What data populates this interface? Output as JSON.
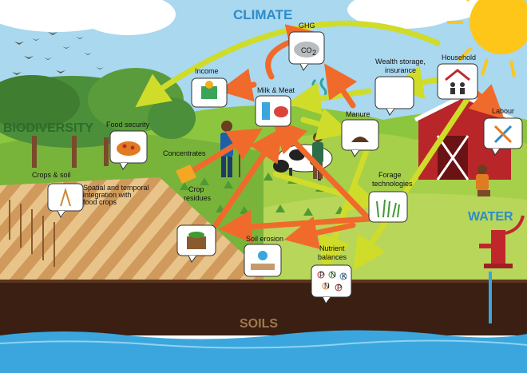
{
  "headings": {
    "climate": "CLIMATE",
    "biodiversity": "BIODIVERSITY",
    "water": "WATER",
    "soils": "SOILS"
  },
  "nodes": {
    "ghg": "GHG",
    "co2": "CO",
    "co2_sub": "2",
    "income": "Income",
    "milk_meat": "Milk & Meat",
    "wealth_line1": "Wealth storage,",
    "wealth_line2": "insurance",
    "household": "Household",
    "food_security": "Food security",
    "manure": "Manure",
    "labour": "Labour",
    "concentrates": "Concentrates",
    "crops_soil": "Crops & soil",
    "integration_line1": "Spatial and temporal",
    "integration_line2": "integration with",
    "integration_line3": "food crops",
    "forage_line1": "Forage",
    "forage_line2": "technologies",
    "crop_line1": "Crop",
    "crop_line2": "residues",
    "soil_erosion": "Soil erosion",
    "nutrient_line1": "Nutrient",
    "nutrient_line2": "balances",
    "nutrient_letters": [
      "P",
      "N",
      "K",
      "N",
      "P"
    ]
  },
  "colors": {
    "sky": "#a9d8ef",
    "title_blue": "#2e8bc9",
    "arrow_green": "#cfdc2a",
    "arrow_orange": "#f06a2c",
    "soil_dark": "#3a1f12",
    "soil_label": "#a0784c",
    "water": "#3ba6dd",
    "barn_red": "#b8262a",
    "sun": "#ffc61a"
  }
}
